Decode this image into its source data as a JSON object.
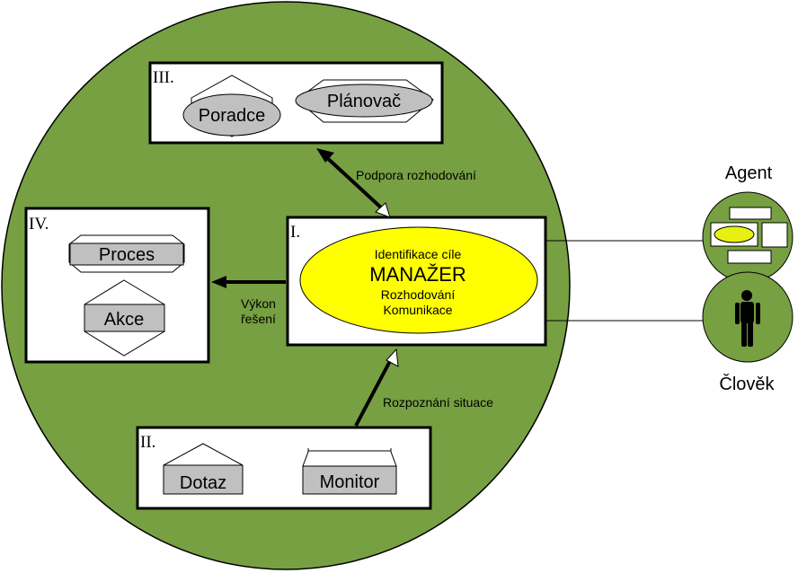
{
  "colors": {
    "circle_fill": "#77a042",
    "box_fill": "#ffffff",
    "shape_gray": "#c0c0c0",
    "manager_fill": "#ffff00",
    "agent_ellipse": "#e8ef12",
    "line": "#000000",
    "arrow_head_white": "#ffffff"
  },
  "boxes": {
    "box1": {
      "label": "I."
    },
    "box2": {
      "label": "II.",
      "items": [
        "Dotaz",
        "Monitor"
      ]
    },
    "box3": {
      "label": "III.",
      "items": [
        "Poradce",
        "Plánovač"
      ]
    },
    "box4": {
      "label": "IV.",
      "items": [
        "Proces",
        "Akce"
      ]
    }
  },
  "manager": {
    "line1": "Identifikace cíle",
    "title": "MANAŽER",
    "line3": "Rozhodování",
    "line4": "Komunikace"
  },
  "arrows": {
    "support": "Podpora rozhodování",
    "recognition": "Rozpoznání situace",
    "execution_line1": "Výkon",
    "execution_line2": "řešení"
  },
  "actors": {
    "agent": "Agent",
    "human": "Člověk"
  }
}
